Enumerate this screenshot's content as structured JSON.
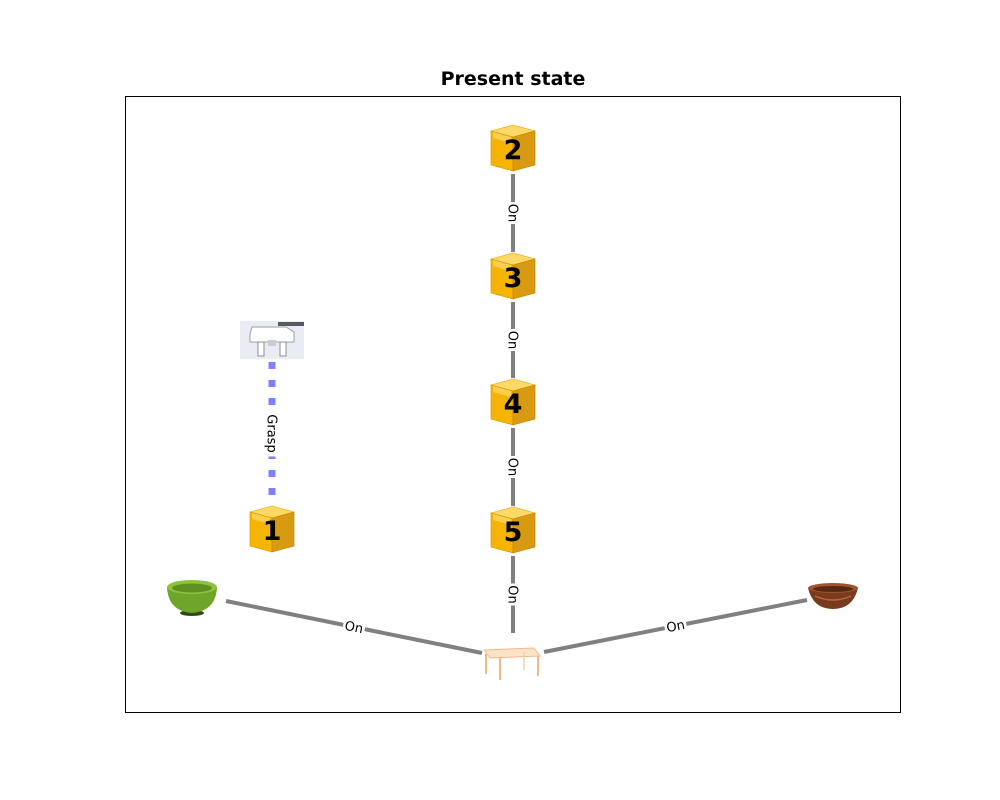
{
  "title": "Present state",
  "colors": {
    "on_edge": "#808080",
    "grasp_edge": "#7f7fff",
    "cube_top": "#ffd966",
    "cube_front": "#f5b400",
    "cube_side": "#d89a10",
    "green_bowl": "#6fa52b",
    "wood_bowl": "#7a3a1e"
  },
  "nodes": [
    {
      "id": "gripper",
      "kind": "gripper",
      "icon": "gripper-icon"
    },
    {
      "id": "cube-1",
      "kind": "cube",
      "label": "1",
      "icon": "cube-icon"
    },
    {
      "id": "cube-2",
      "kind": "cube",
      "label": "2",
      "icon": "cube-icon"
    },
    {
      "id": "cube-3",
      "kind": "cube",
      "label": "3",
      "icon": "cube-icon"
    },
    {
      "id": "cube-4",
      "kind": "cube",
      "label": "4",
      "icon": "cube-icon"
    },
    {
      "id": "cube-5",
      "kind": "cube",
      "label": "5",
      "icon": "cube-icon"
    },
    {
      "id": "green-bowl",
      "kind": "bowl",
      "icon": "green-bowl-icon"
    },
    {
      "id": "table",
      "kind": "table",
      "icon": "table-icon"
    },
    {
      "id": "wooden-bowl",
      "kind": "bowl",
      "icon": "wooden-bowl-icon"
    }
  ],
  "edges": [
    {
      "from": "cube-2",
      "to": "cube-3",
      "label": "On",
      "style": "on"
    },
    {
      "from": "cube-3",
      "to": "cube-4",
      "label": "On",
      "style": "on"
    },
    {
      "from": "cube-4",
      "to": "cube-5",
      "label": "On",
      "style": "on"
    },
    {
      "from": "cube-5",
      "to": "table",
      "label": "On",
      "style": "on"
    },
    {
      "from": "gripper",
      "to": "cube-1",
      "label": "Grasp",
      "style": "grasp"
    },
    {
      "from": "green-bowl",
      "to": "table",
      "label": "On",
      "style": "on"
    },
    {
      "from": "wooden-bowl",
      "to": "table",
      "label": "On",
      "style": "on"
    }
  ]
}
